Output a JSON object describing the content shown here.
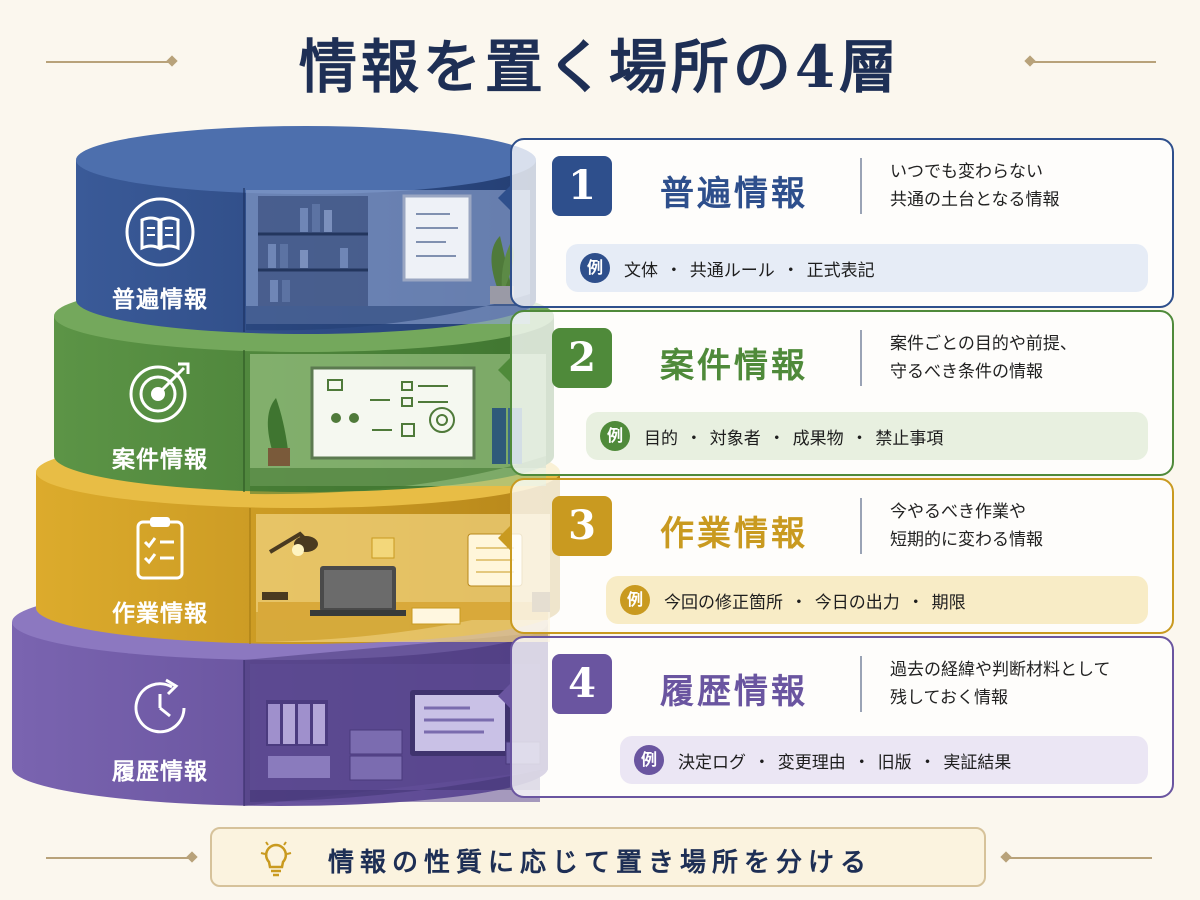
{
  "title": "情報を置く場所の4層",
  "layers": [
    {
      "number": "1",
      "name": "普遍情報",
      "desc_lines": [
        "いつでも変わらない",
        "共通の土台となる情報"
      ],
      "example_badge": "例",
      "example_text": "文体 ・ 共通ルール ・ 正式表記",
      "icon": "book-icon",
      "color": "#2e4f8c"
    },
    {
      "number": "2",
      "name": "案件情報",
      "desc_lines": [
        "案件ごとの目的や前提、",
        "守るべき条件の情報"
      ],
      "example_badge": "例",
      "example_text": "目的 ・ 対象者 ・ 成果物 ・ 禁止事項",
      "icon": "target-icon",
      "color": "#4f8a3a"
    },
    {
      "number": "3",
      "name": "作業情報",
      "desc_lines": [
        "今やるべき作業や",
        "短期的に変わる情報"
      ],
      "example_badge": "例",
      "example_text": "今回の修正箇所 ・ 今日の出力 ・ 期限",
      "icon": "clipboard-icon",
      "color": "#c99a20"
    },
    {
      "number": "4",
      "name": "履歴情報",
      "desc_lines": [
        "過去の経緯や判断材料として",
        "残しておく情報"
      ],
      "example_badge": "例",
      "example_text": "決定ログ ・ 変更理由 ・ 旧版 ・ 実証結果",
      "icon": "history-clock-icon",
      "color": "#6a55a0"
    }
  ],
  "footer": {
    "text": "情報の性質に応じて置き場所を分ける",
    "icon": "lightbulb-icon"
  }
}
